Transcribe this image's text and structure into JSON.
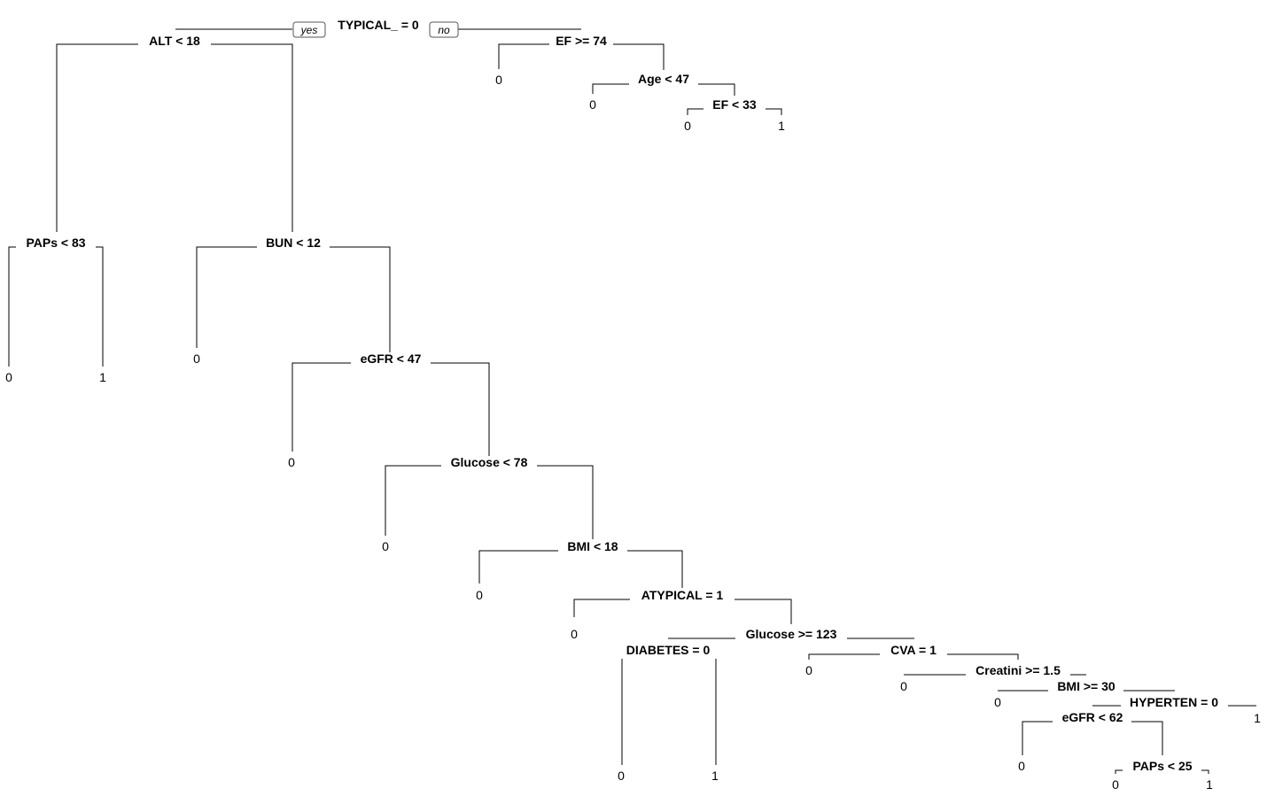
{
  "tree": {
    "yes_label": "yes",
    "no_label": "no",
    "nodes": {
      "root": {
        "label": "TYPICAL_ = 0"
      },
      "n_alt": {
        "label": "ALT < 18"
      },
      "n_paps1": {
        "label": "PAPs < 83"
      },
      "l_paps1_left": {
        "label": "0"
      },
      "l_paps1_right": {
        "label": "1"
      },
      "n_bun": {
        "label": "BUN < 12"
      },
      "l_bun_left": {
        "label": "0"
      },
      "n_egfr1": {
        "label": "eGFR < 47"
      },
      "l_egfr1_left": {
        "label": "0"
      },
      "n_glu1": {
        "label": "Glucose < 78"
      },
      "l_glu1_left": {
        "label": "0"
      },
      "n_bmi1": {
        "label": "BMI < 18"
      },
      "l_bmi1_left": {
        "label": "0"
      },
      "n_atyp": {
        "label": "ATYPICAL = 1"
      },
      "l_atyp_left": {
        "label": "0"
      },
      "n_glu2": {
        "label": "Glucose >= 123"
      },
      "n_diab": {
        "label": "DIABETES = 0"
      },
      "l_diab_left": {
        "label": "0"
      },
      "l_diab_right": {
        "label": "1"
      },
      "n_cva": {
        "label": "CVA = 1"
      },
      "l_cva_left": {
        "label": "0"
      },
      "n_creat": {
        "label": "Creatini >= 1.5"
      },
      "l_creat_left": {
        "label": "0"
      },
      "n_bmi2": {
        "label": "BMI >= 30"
      },
      "l_bmi2_left": {
        "label": "0"
      },
      "n_hyp": {
        "label": "HYPERTEN = 0"
      },
      "l_hyp_right": {
        "label": "1"
      },
      "n_egfr2": {
        "label": "eGFR < 62"
      },
      "l_egfr2_left": {
        "label": "0"
      },
      "n_paps2": {
        "label": "PAPs < 25"
      },
      "l_paps2_left": {
        "label": "0"
      },
      "l_paps2_right": {
        "label": "1"
      },
      "n_ef1": {
        "label": "EF >= 74"
      },
      "l_ef1_left": {
        "label": "0"
      },
      "n_age": {
        "label": "Age < 47"
      },
      "l_age_left": {
        "label": "0"
      },
      "n_ef2": {
        "label": "EF < 33"
      },
      "l_ef2_left": {
        "label": "0"
      },
      "l_ef2_right": {
        "label": "1"
      }
    }
  }
}
